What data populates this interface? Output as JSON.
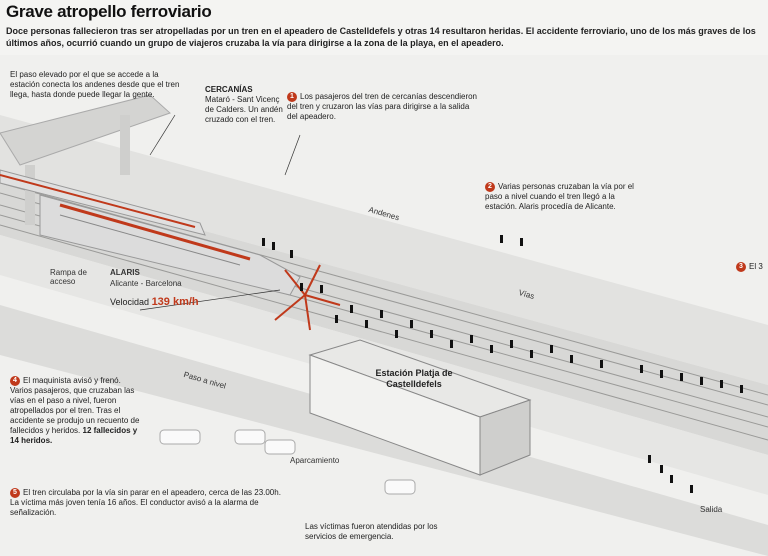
{
  "header": {
    "title": "Grave atropello ferroviario",
    "subtitle": "Doce personas fallecieron tras ser atropelladas por un tren en el apeadero de Castelldefels y otras 14 resultaron heridas. El accidente ferroviario, uno de los más graves de los últimos años, ocurrió cuando un grupo de viajeros cruzaba la vía para dirigirse a la zona de la playa, en el apeadero."
  },
  "notes": {
    "paso_elevado": "El paso elevado por el que se accede a la estación conecta los andenes desde que el tren llega, hasta donde puede llegar la gente.",
    "cercanias_title": "CERCANÍAS",
    "cercanias_text": "Mataró - Sant Vicenç de Calders. Un andén cruzado con el tren.",
    "note1": "Los pasajeros del tren de cercanías descendieron del tren y cruzaron las vías para dirigirse a la salida del apeadero.",
    "note2": "Varias personas cruzaban la vía por el paso a nivel cuando el tren llegó a la estación. Alaris procedía de Alicante.",
    "note3_part": "El 3",
    "note4": "El maquinista avisó y frenó. Varios pasajeros, que cruzaban las vías en el paso a nivel, fueron atropellados por el tren. Tras el accidente se produjo un recuento de fallecidos y heridos.",
    "note4_bold": "12 fallecidos y 14 heridos.",
    "note5": "El tren circulaba por la vía sin parar en el apeadero, cerca de las 23.00h. La víctima más joven tenía 16 años. El conductor avisó a la alarma de señalización.",
    "bottom_note": "Las víctimas fueron atendidas por los servicios de emergencia."
  },
  "labels": {
    "alaris_title": "ALARIS",
    "alaris_route": "Alicante - Barcelona",
    "speed_prefix": "Velocidad",
    "speed_value": "139 km/h",
    "andenes": "Andenes",
    "rampa": "Rampa de acceso",
    "station": "Estación Platja de Castelldefels",
    "vias": "Vías",
    "aparcamiento": "Aparcamiento",
    "salida": "Salida",
    "paso_nivel": "Paso a nivel"
  },
  "colors": {
    "accent": "#c0391b",
    "train": "#d7d7d7",
    "ground": "#ececea"
  },
  "chart_data": {
    "type": "diagram",
    "title": "Grave atropello ferroviario"
  }
}
